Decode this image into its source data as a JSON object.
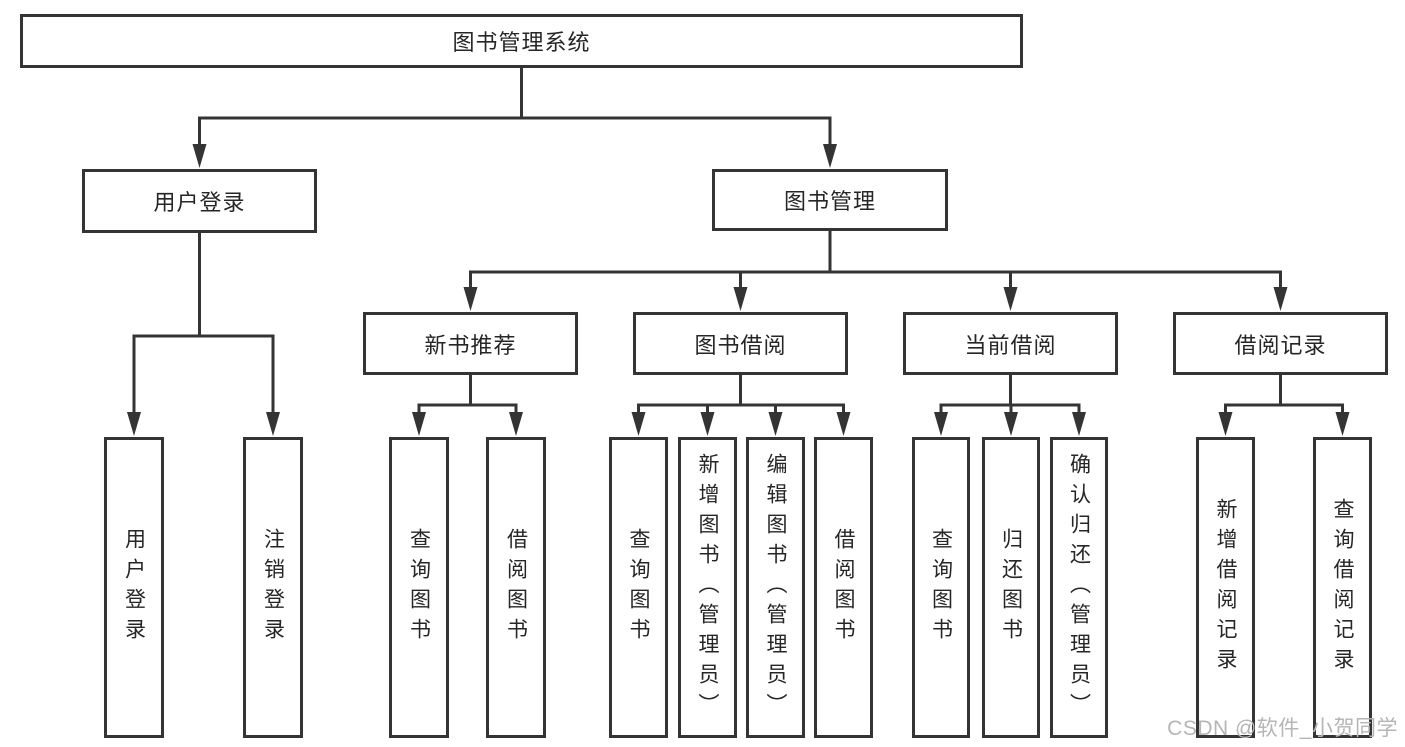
{
  "diagram": {
    "type": "hierarchy-tree",
    "watermark": "CSDN @软件_小贺同学",
    "colors": {
      "line": "#343434",
      "box_border": "#343434",
      "text": "#262626",
      "watermark": "#b5b5b5",
      "background": "#ffffff"
    },
    "nodes": {
      "root": "图书管理系统",
      "user_login": "用户登录",
      "book_mgmt": "图书管理",
      "new_book": "新书推荐",
      "book_borrow": "图书借阅",
      "current_borrow": "当前借阅",
      "borrow_record": "借阅记录",
      "leaf_user_login": "用户登录",
      "leaf_logout": "注销登录",
      "nb_query_book": "查询图书",
      "nb_borrow_book": "借阅图书",
      "bb_query_book": "查询图书",
      "bb_add_book": "新增图书（管理员）",
      "bb_edit_book": "编辑图书（管理员）",
      "bb_borrow_book": "借阅图书",
      "cb_query_book": "查询图书",
      "cb_return_book": "归还图书",
      "cb_confirm_return": "确认归还（管理员）",
      "br_add_record": "新增借阅记录",
      "br_query_record": "查询借阅记录"
    },
    "edges": [
      [
        "root",
        "user_login"
      ],
      [
        "root",
        "book_mgmt"
      ],
      [
        "user_login",
        "leaf_user_login"
      ],
      [
        "user_login",
        "leaf_logout"
      ],
      [
        "book_mgmt",
        "new_book"
      ],
      [
        "book_mgmt",
        "book_borrow"
      ],
      [
        "book_mgmt",
        "current_borrow"
      ],
      [
        "book_mgmt",
        "borrow_record"
      ],
      [
        "new_book",
        "nb_query_book"
      ],
      [
        "new_book",
        "nb_borrow_book"
      ],
      [
        "book_borrow",
        "bb_query_book"
      ],
      [
        "book_borrow",
        "bb_add_book"
      ],
      [
        "book_borrow",
        "bb_edit_book"
      ],
      [
        "book_borrow",
        "bb_borrow_book"
      ],
      [
        "current_borrow",
        "cb_query_book"
      ],
      [
        "current_borrow",
        "cb_return_book"
      ],
      [
        "current_borrow",
        "cb_confirm_return"
      ],
      [
        "borrow_record",
        "br_add_record"
      ],
      [
        "borrow_record",
        "br_query_record"
      ]
    ]
  }
}
